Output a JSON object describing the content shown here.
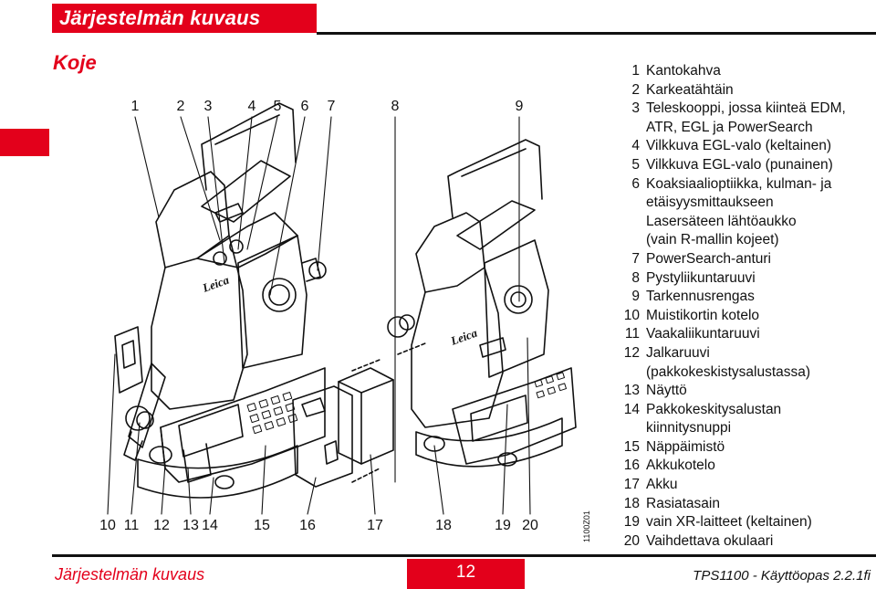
{
  "header": {
    "title": "Järjestelmän kuvaus"
  },
  "section": {
    "heading": "Koje"
  },
  "figure": {
    "top_labels": [
      "1",
      "2",
      "3",
      "4",
      "5",
      "6",
      "7",
      "8",
      "9"
    ],
    "bottom_labels": [
      "10",
      "11",
      "12",
      "13",
      "14",
      "15",
      "16",
      "17",
      "18",
      "19",
      "20"
    ],
    "code": "1100Z01",
    "brand": "Leica"
  },
  "legend": [
    {
      "num": "1",
      "text": "Kantokahva"
    },
    {
      "num": "2",
      "text": "Karkeatähtäin"
    },
    {
      "num": "3",
      "text": "Teleskooppi, jossa kiinteä EDM,"
    },
    {
      "num": "",
      "text": "ATR, EGL ja PowerSearch"
    },
    {
      "num": "4",
      "text": "Vilkkuva EGL-valo (keltainen)"
    },
    {
      "num": "5",
      "text": "Vilkkuva EGL-valo (punainen)"
    },
    {
      "num": "6",
      "text": "Koaksiaalioptiikka, kulman- ja"
    },
    {
      "num": "",
      "text": "etäisyysmittaukseen"
    },
    {
      "num": "",
      "text": "Lasersäteen lähtöaukko"
    },
    {
      "num": "",
      "text": "(vain R-mallin kojeet)"
    },
    {
      "num": "7",
      "text": "PowerSearch-anturi"
    },
    {
      "num": "8",
      "text": "Pystyliikuntaruuvi"
    },
    {
      "num": "9",
      "text": "Tarkennusrengas"
    },
    {
      "num": "10",
      "text": "Muistikortin kotelo"
    },
    {
      "num": "11",
      "text": "Vaakaliikuntaruuvi"
    },
    {
      "num": "12",
      "text": "Jalkaruuvi"
    },
    {
      "num": "",
      "text": "(pakkokeskistysalustassa)"
    },
    {
      "num": "13",
      "text": "Näyttö"
    },
    {
      "num": "14",
      "text": "Pakkokeskitysalustan"
    },
    {
      "num": "",
      "text": "kiinnitysnuppi"
    },
    {
      "num": "15",
      "text": "Näppäimistö"
    },
    {
      "num": "16",
      "text": "Akkukotelo"
    },
    {
      "num": "17",
      "text": "Akku"
    },
    {
      "num": "18",
      "text": "Rasiatasain"
    },
    {
      "num": "19",
      "text": "vain XR-laitteet (keltainen)"
    },
    {
      "num": "20",
      "text": "Vaihdettava okulaari"
    }
  ],
  "footer": {
    "left": "Järjestelmän kuvaus",
    "page": "12",
    "right": "TPS1100 - Käyttöopas 2.2.1fi"
  },
  "colors": {
    "accent": "#e3001b",
    "ink": "#111111"
  }
}
